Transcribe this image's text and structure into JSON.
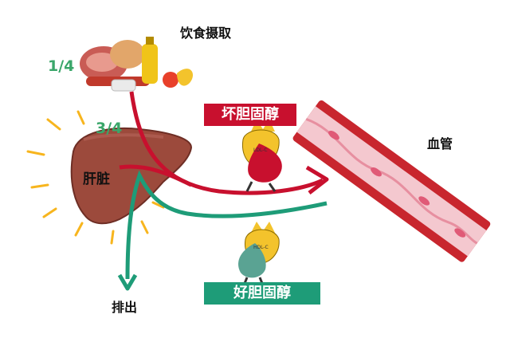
{
  "labels": {
    "diet": "饮食摄取",
    "fraction_diet": "1/4",
    "fraction_liver": "3/4",
    "liver": "肝脏",
    "vessel": "血管",
    "excrete": "排出",
    "bad_cholesterol": "坏胆固醇",
    "good_cholesterol": "好胆固醇",
    "bad_mascot_text": "LDL-C",
    "good_mascot_text": "HDL-C"
  },
  "colors": {
    "bad": "#c8102e",
    "good": "#1e9c78",
    "fraction_text": "#3aa66a",
    "liver": "#9c4a3c",
    "vessel_wall": "#c8262e",
    "vessel_inner": "#f4c8cf",
    "sun_ray": "#f7b51e"
  },
  "icons": {
    "food": "food-pile-icon",
    "liver": "liver-icon",
    "vessel": "blood-vessel-icon",
    "bad_mascot": "ldl-mascot-icon",
    "good_mascot": "hdl-mascot-icon"
  }
}
